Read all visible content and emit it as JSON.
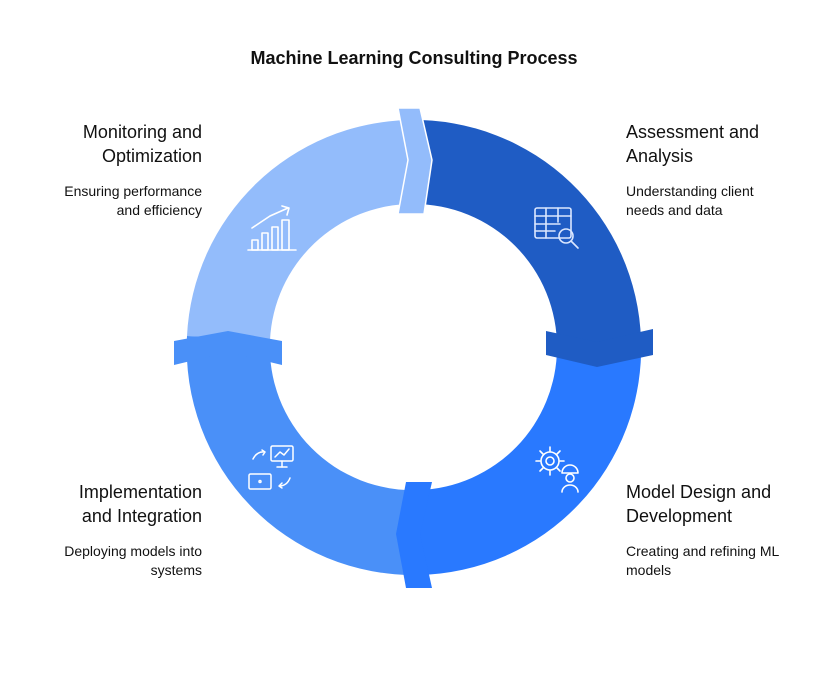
{
  "title": "Machine Learning Consulting Process",
  "colors": {
    "assessment": "#1f5cc4",
    "model_design": "#2979ff",
    "implementation": "#4a90f8",
    "monitoring": "#93bcfb"
  },
  "stages": [
    {
      "title_line1": "Assessment and",
      "title_line2": "Analysis",
      "desc_line1": "Understanding client",
      "desc_line2": "needs and data",
      "icon": "table-search-icon"
    },
    {
      "title_line1": "Model Design and",
      "title_line2": "Development",
      "desc_line1": "Creating and refining ML",
      "desc_line2": "models",
      "icon": "gear-engineer-icon"
    },
    {
      "title_line1": "Implementation",
      "title_line2": "and Integration",
      "desc_line1": "Deploying models into",
      "desc_line2": "systems",
      "icon": "deploy-screens-icon"
    },
    {
      "title_line1": "Monitoring and",
      "title_line2": "Optimization",
      "desc_line1": "Ensuring performance",
      "desc_line2": "and efficiency",
      "icon": "growth-chart-icon"
    }
  ]
}
